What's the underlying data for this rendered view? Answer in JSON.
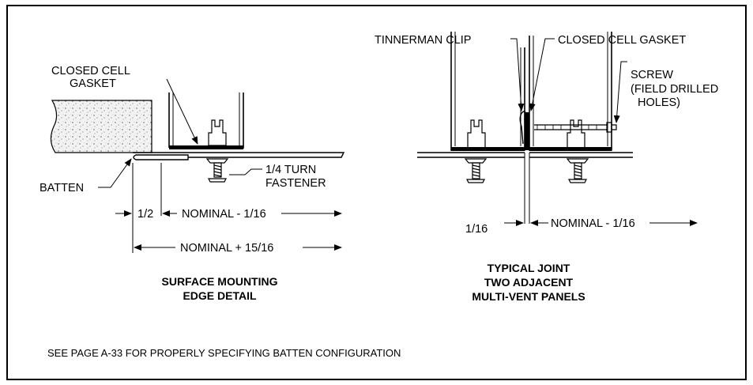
{
  "left_detail": {
    "labels": {
      "gasket_line1": "CLOSED CELL",
      "gasket_line2": "GASKET",
      "batten": "BATTEN",
      "fastener_line1": "1/4 TURN",
      "fastener_line2": "FASTENER"
    },
    "dimensions": {
      "half": "1/2",
      "nominal_minus": "NOMINAL - 1/16",
      "nominal_plus": "NOMINAL + 15/16"
    },
    "caption": [
      "SURFACE MOUNTING",
      "EDGE DETAIL"
    ]
  },
  "right_detail": {
    "labels": {
      "clip": "TINNERMAN CLIP",
      "gasket": "CLOSED CELL GASKET",
      "screw_line1": "SCREW",
      "screw_line2": "(FIELD DRILLED",
      "screw_line3": "HOLES)"
    },
    "dimensions": {
      "gap": "1/16",
      "nominal_minus": "NOMINAL - 1/16"
    },
    "caption": [
      "TYPICAL JOINT",
      "TWO ADJACENT",
      "MULTI-VENT PANELS"
    ]
  },
  "footnote": "SEE PAGE A-33 FOR PROPERLY SPECIFYING BATTEN CONFIGURATION"
}
